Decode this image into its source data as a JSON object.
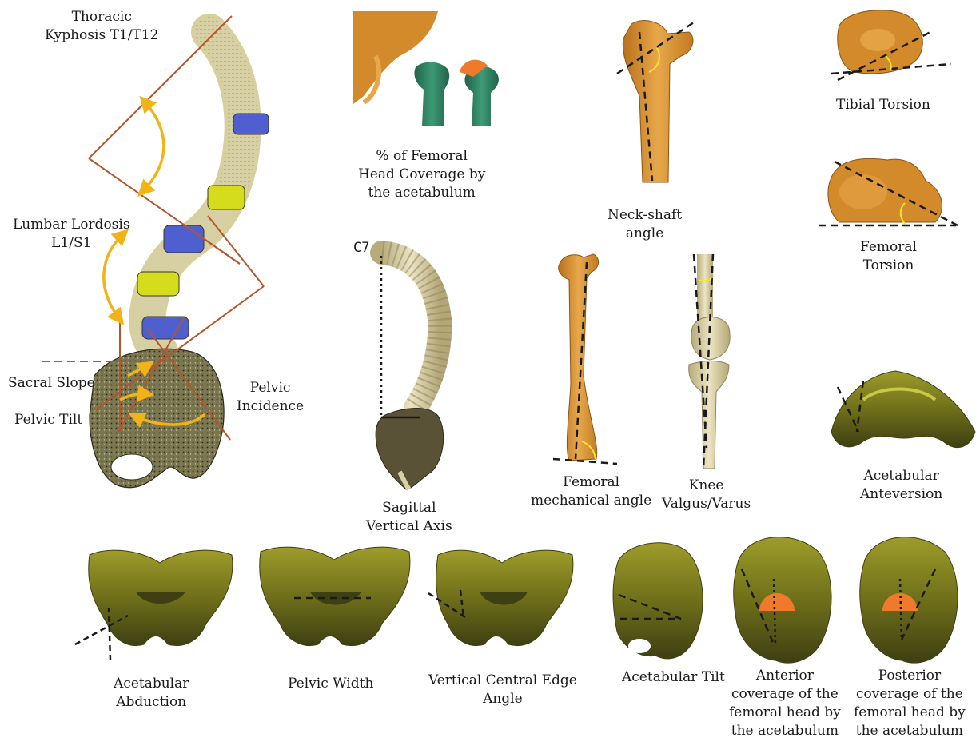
{
  "colors": {
    "bone_orange": "#d28a2a",
    "bone_orange_light": "#e7a84a",
    "bone_cream": "#e2d9b4",
    "pelvis_olive": "#6f6f1a",
    "pelvis_olive_light": "#b9b83a",
    "vertebra_blue": "#4f5fd0",
    "vertebra_yellow": "#d4dc1c",
    "femur_teal": "#2e7d5f",
    "angle_line": "#b4552a",
    "angle_arc": "#f2b318",
    "coverage_orange": "#f07a2c"
  },
  "labels": {
    "thoracic": [
      "Thoracic",
      "Kyphosis T1/T12"
    ],
    "lumbar": [
      "Lumbar Lordosis",
      "L1/S1"
    ],
    "sacral_slope": "Sacral Slope",
    "pelvic_tilt": "Pelvic Tilt",
    "pelvic_incidence": [
      "Pelvic",
      "Incidence"
    ],
    "femoral_head_coverage": [
      "% of  Femoral",
      "Head Coverage by",
      "the acetabulum"
    ],
    "c7": "C7",
    "sva": [
      "Sagittal",
      "Vertical Axis"
    ],
    "neck_shaft": [
      "Neck-shaft",
      "angle"
    ],
    "tibial_torsion": "Tibial Torsion",
    "femoral_torsion": [
      "Femoral",
      "Torsion"
    ],
    "femoral_mechanical": [
      "Femoral",
      "mechanical angle"
    ],
    "knee": [
      "Knee",
      "Valgus/Varus"
    ],
    "acetabular_anteversion": [
      "Acetabular",
      "Anteversion"
    ],
    "acetabular_abduction": [
      "Acetabular",
      "Abduction"
    ],
    "pelvic_width": "Pelvic Width",
    "vertical_central_edge": [
      "Vertical Central Edge",
      "Angle"
    ],
    "acetabular_tilt": "Acetabular Tilt",
    "anterior_coverage": [
      "Anterior",
      "coverage of the",
      "femoral head by",
      "the acetabulum"
    ],
    "posterior_coverage": [
      "Posterior",
      "coverage of the",
      "femoral head by",
      "the acetabulum"
    ]
  }
}
